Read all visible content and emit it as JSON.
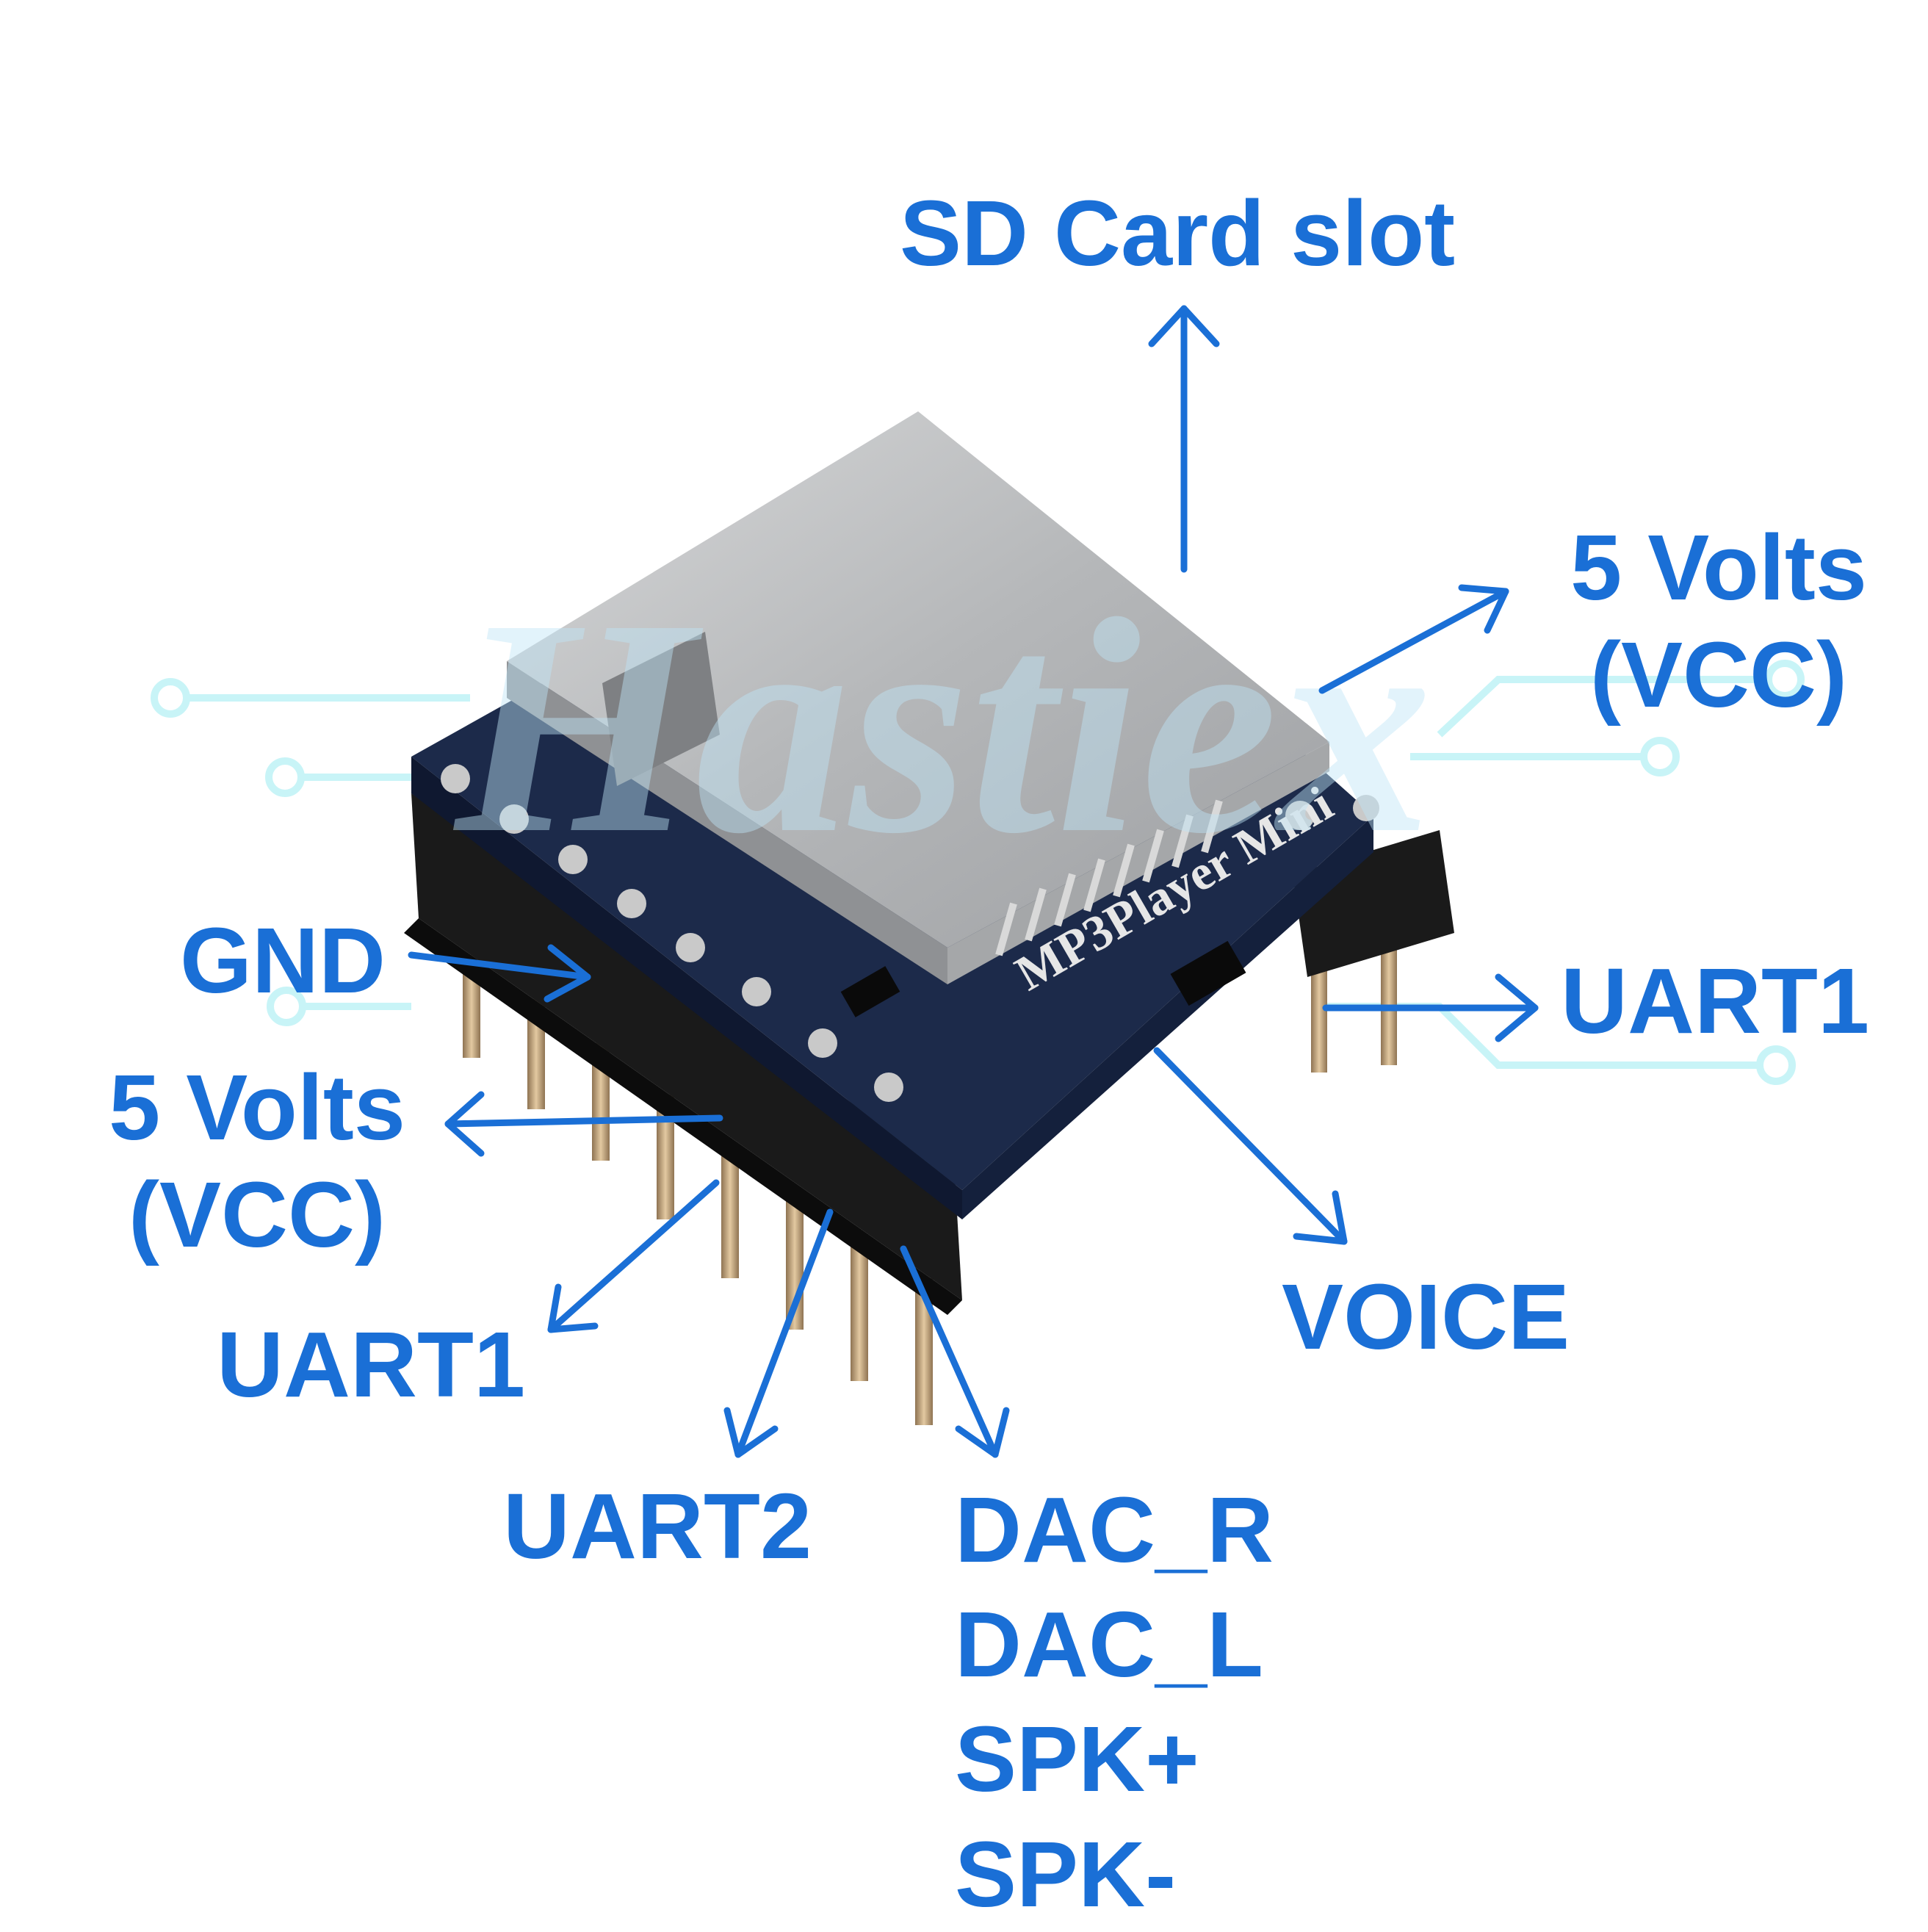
{
  "labels": {
    "sd_card_slot": "SD Card slot",
    "vcc_right_line1": "5 Volts",
    "vcc_right_line2": "(VCC)",
    "uart1_right": "UART1",
    "voice": "VOICE",
    "gnd": "GND",
    "vcc_left_line1": "5 Volts",
    "vcc_left_line2": "(VCC)",
    "uart1_left": "UART1",
    "uart2": "UART2",
    "dac_r": "DAC_R",
    "dac_l": "DAC_L",
    "spk_plus": "SPK+",
    "spk_minus": "SPK-"
  },
  "board": {
    "silkscreen": "MP3Player Mini",
    "watermark": "Hastiex"
  },
  "colors": {
    "label_blue": "#1a6fd6",
    "pcb_blue": "#1c2a4a",
    "sd_metal": "#b9bbbd",
    "header_black": "#161616",
    "pin_gold": "#c8a87a",
    "circuit_cyan": "#bff3f6"
  }
}
